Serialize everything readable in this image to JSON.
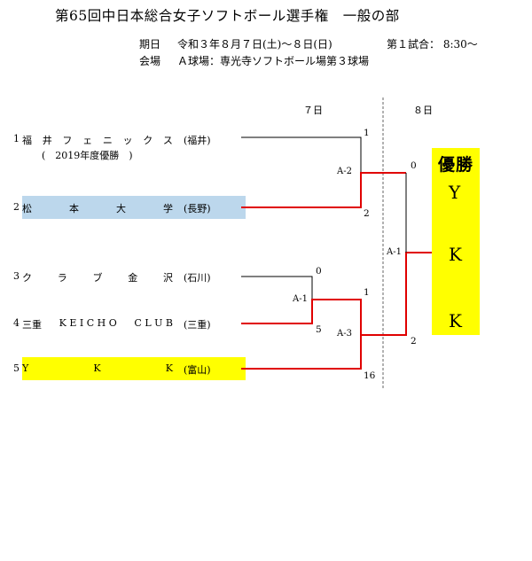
{
  "title": "第65回中日本総合女子ソフトボール選手権　一般の部",
  "schedule": {
    "dates_label": "期日",
    "dates": "令和３年８月７日(土)～８日(日)",
    "first_match": "第１試合：  8:30～",
    "venue_label": "会場",
    "venue": "Ａ球場：専光寺ソフトボール場第３球場"
  },
  "days": [
    "７日",
    "８日"
  ],
  "teams": [
    {
      "seed": "1",
      "name": [
        "福",
        "井",
        "フ",
        "ェ",
        "ニ",
        "ッ",
        "ク",
        "ス"
      ],
      "pref": "(福井)",
      "note": "(　2019年度優勝　)",
      "highlight": ""
    },
    {
      "seed": "2",
      "name": [
        "松",
        "本",
        "大",
        "学"
      ],
      "pref": "(長野)",
      "highlight": "#bcd7ec"
    },
    {
      "seed": "3",
      "name": [
        "ク",
        "ラ",
        "ブ",
        "金",
        "沢"
      ],
      "pref": "(石川)",
      "highlight": ""
    },
    {
      "seed": "4",
      "name": [
        "三重",
        "K E I C H O",
        "C L U B"
      ],
      "pref": "(三重)",
      "highlight": ""
    },
    {
      "seed": "5",
      "name": [
        "Y",
        "K",
        "K"
      ],
      "pref": "(富山)",
      "highlight": "#ffff00"
    }
  ],
  "matches": [
    {
      "code": "A-1",
      "day": "７日",
      "top_score": "0",
      "bottom_score": "5"
    },
    {
      "code": "A-2",
      "day": "７日",
      "top_score": "1",
      "bottom_score": "2"
    },
    {
      "code": "A-3",
      "day": "７日",
      "top_score": "1",
      "bottom_score": "16"
    },
    {
      "code": "A-1",
      "day": "８日",
      "top_score": "0",
      "bottom_score": "2"
    }
  ],
  "champion": {
    "label": "優勝",
    "letters": [
      "Y",
      "K",
      "K"
    ]
  },
  "colors": {
    "winner_line": "#e00000",
    "loser_line": "#000000",
    "champion_bg": "#ffff00",
    "team2_bg": "#bcd7ec",
    "team5_bg": "#ffff00"
  }
}
